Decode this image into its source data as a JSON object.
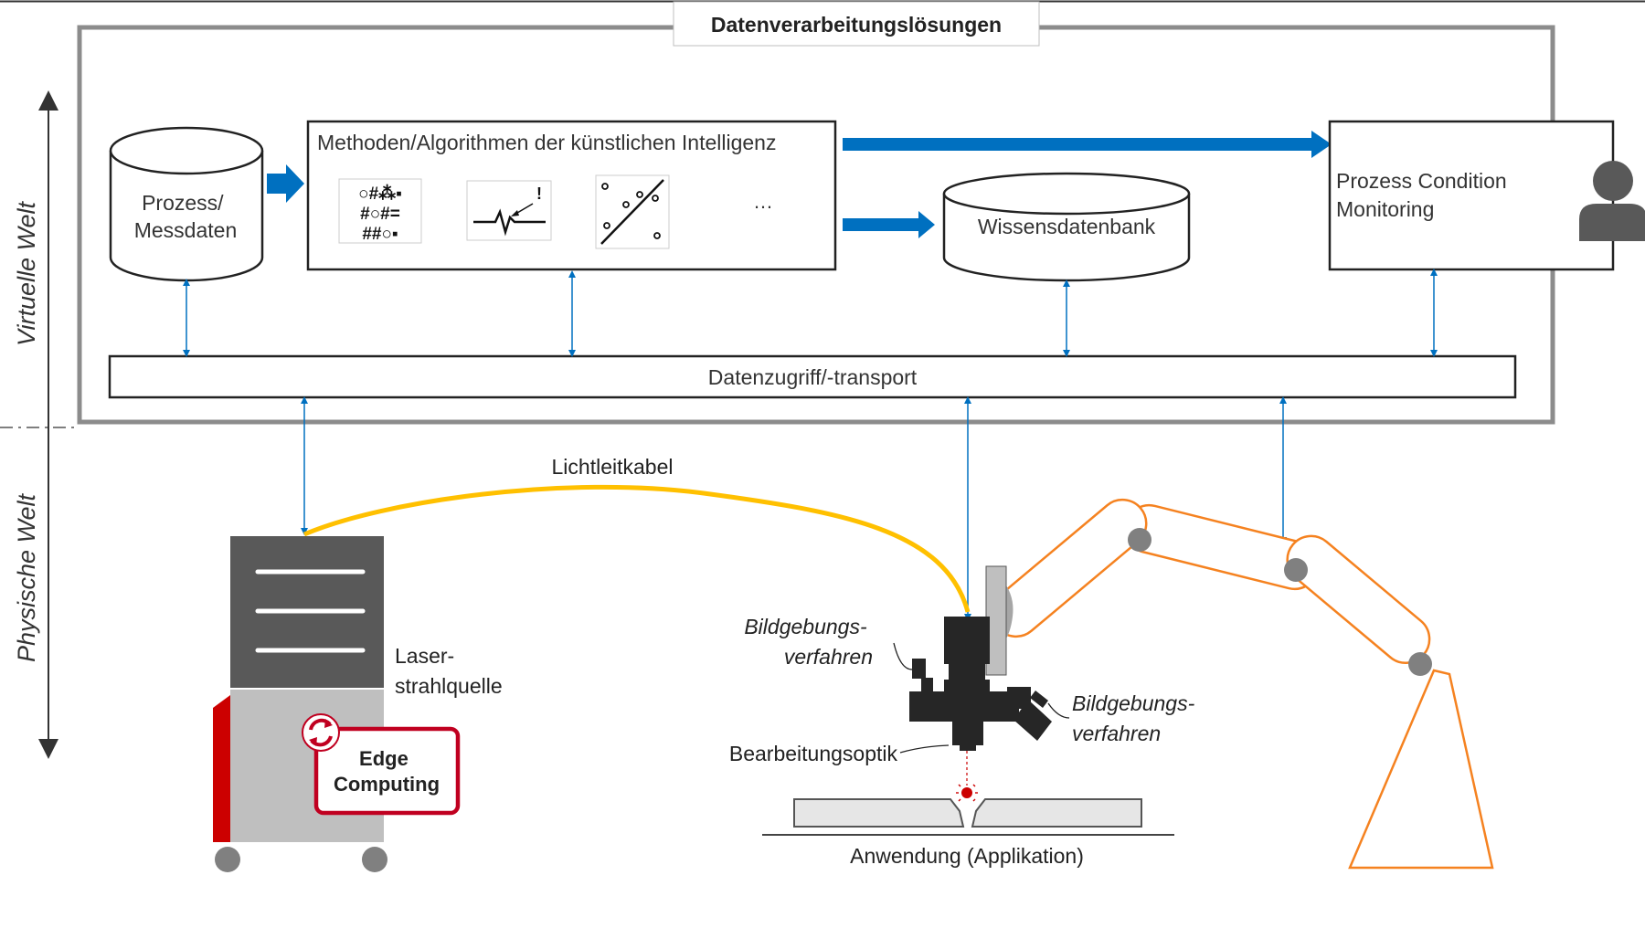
{
  "title": "Datenverarbeitungslösungen",
  "axis": {
    "virtual": "Virtuelle Welt",
    "physical": "Physische Welt"
  },
  "blocks": {
    "process_data": [
      "Prozess/",
      "Messdaten"
    ],
    "ai_methods": "Methoden/Algorithmen der künstlichen Intelligenz",
    "ai_ellipsis": "…",
    "knowledge_db": "Wissensdatenbank",
    "monitoring": [
      "Prozess Condition",
      "Monitoring"
    ],
    "data_access": "Datenzugriff/-transport"
  },
  "physical": {
    "fiber": "Lichtleitkabel",
    "laser_source": [
      "Laser-",
      "strahlquelle"
    ],
    "edge": [
      "Edge",
      "Computing"
    ],
    "imaging_left": [
      "Bildgebungs-",
      "verfahren"
    ],
    "imaging_right": [
      "Bildgebungs-",
      "verfahren"
    ],
    "optics": "Bearbeitungsoptik",
    "application": "Anwendung (Applikation)"
  },
  "colors": {
    "blue": "#0070c0",
    "frame": "#8c8c8c",
    "fiber": "#ffc000",
    "robot": "#f58220",
    "edge": "#c00020",
    "dark": "#555555",
    "light": "#bfbfbf",
    "head": "#262626"
  }
}
